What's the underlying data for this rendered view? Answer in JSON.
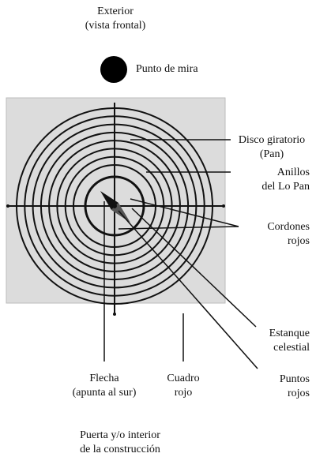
{
  "title": {
    "line1": "Exterior",
    "line2": "(vista frontal)"
  },
  "sighting_point": {
    "label": "Punto de mira"
  },
  "labels": {
    "disco": {
      "line1": "Disco giratorio",
      "line2": "(Pan)"
    },
    "anillos": {
      "line1": "Anillos",
      "line2": "del Lo Pan"
    },
    "cordones": {
      "line1": "Cordones",
      "line2": "rojos"
    },
    "estanque": {
      "line1": "Estanque",
      "line2": "celestial"
    },
    "puntos": {
      "line1": "Puntos",
      "line2": "rojos"
    },
    "flecha": {
      "line1": "Flecha",
      "line2": "(apunta al sur)"
    },
    "cuadro": {
      "line1": "Cuadro",
      "line2": "rojo"
    },
    "puerta": {
      "line1": "Puerta y/o interior",
      "line2": "de la construcción"
    }
  },
  "colors": {
    "square_fill": "#dcdcdc",
    "ink": "#111111",
    "dot": "#000000"
  },
  "ring_count": 8
}
